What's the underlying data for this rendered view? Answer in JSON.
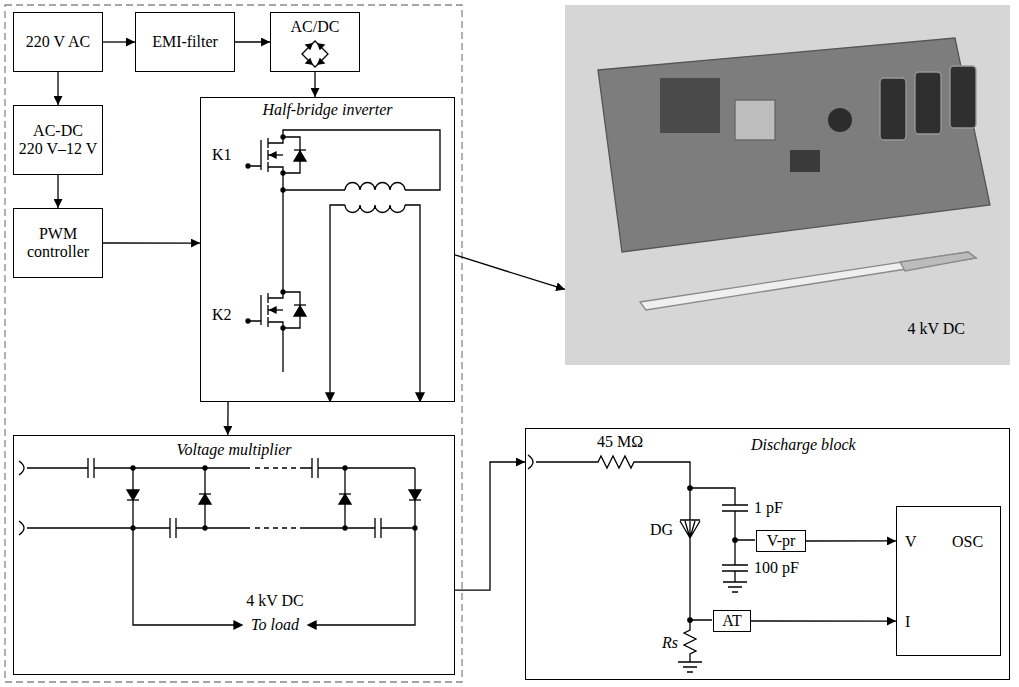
{
  "diagram": {
    "nodes": [
      {
        "text": [
          "220 V AC"
        ]
      },
      {
        "text": [
          "EMI-filter"
        ]
      },
      {
        "text": [
          "AC/DC"
        ]
      },
      {
        "text": [
          "AC-DC",
          "220 V–12 V"
        ]
      },
      {
        "text": [
          "PWM controller"
        ]
      },
      {
        "text": [
          "Half-bridge inverter"
        ]
      },
      {
        "text": [
          "Voltage multiplier"
        ]
      },
      {
        "text": [
          "4 kV DC"
        ]
      },
      {
        "text": [
          "Discharge block"
        ]
      },
      {
        "text": [
          "V-pr"
        ],
        "in": 8
      },
      {
        "text": [
          "V",
          "OSC",
          "I"
        ],
        "in": 8
      },
      {
        "text": [
          "AT"
        ],
        "in": 8
      }
    ],
    "edges": [
      {
        "from": 0,
        "to": 1,
        "arrow": "to"
      },
      {
        "from": 1,
        "to": 2,
        "arrow": "to"
      },
      {
        "from": 0,
        "to": 3,
        "arrow": "to"
      },
      {
        "from": 3,
        "to": 4,
        "arrow": "to"
      },
      {
        "from": 2,
        "to": 5,
        "arrow": "to"
      },
      {
        "from": 4,
        "to": 5,
        "arrow": "to"
      },
      {
        "from": 5,
        "to": 6,
        "arrow": "to"
      },
      {
        "from": 5,
        "to": 7,
        "arrow": "to"
      },
      {
        "from": 6,
        "to": 8,
        "arrow": "to"
      },
      {
        "from": 9,
        "to": 10,
        "arrow": "to"
      },
      {
        "from": 11,
        "to": 10,
        "arrow": "to"
      }
    ],
    "labels": [
      "K1",
      "K2",
      "4 kV DC",
      "To load",
      "45 MΩ",
      "1 pF",
      "100 pF",
      "DG",
      "Rs"
    ]
  }
}
